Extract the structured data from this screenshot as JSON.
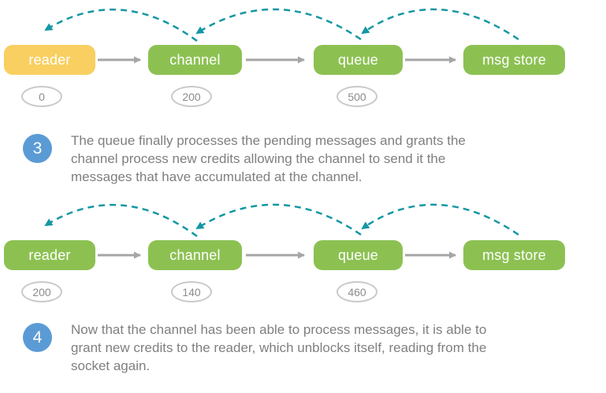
{
  "colors": {
    "node_green": "#8CC152",
    "node_yellow": "#F8CF60",
    "arc_teal": "#1397A3",
    "arrow_gray": "#A5A5A5",
    "step_blue": "#5B9BD5",
    "text_gray": "#7F7F7F",
    "credit_border": "#C9C9C9",
    "credit_text": "#8C8C8C"
  },
  "diagram1": {
    "nodes": [
      {
        "label": "reader",
        "credit": "0",
        "state": "blocked"
      },
      {
        "label": "channel",
        "credit": "200"
      },
      {
        "label": "queue",
        "credit": "500"
      },
      {
        "label": "msg store"
      }
    ]
  },
  "diagram2": {
    "nodes": [
      {
        "label": "reader",
        "credit": "200"
      },
      {
        "label": "channel",
        "credit": "140"
      },
      {
        "label": "queue",
        "credit": "460"
      },
      {
        "label": "msg store"
      }
    ]
  },
  "steps": [
    {
      "number": "3",
      "text": "The queue finally processes the pending messages and grants the channel process new credits allowing the channel to send it the messages that have accumulated at the channel.",
      "lines": [
        "The queue finally processes the pending messages and grants the",
        "channel process new credits allowing the channel to send it the",
        "messages that have accumulated at the channel."
      ]
    },
    {
      "number": "4",
      "text": "Now that the channel has been able to process messages, it is able to grant new credits to the reader, which unblocks itself, reading from the socket again.",
      "lines": [
        "Now that the channel has been able to process messages, it is able to",
        "grant new credits to the reader, which unblocks itself, reading from the",
        "socket again."
      ]
    }
  ]
}
